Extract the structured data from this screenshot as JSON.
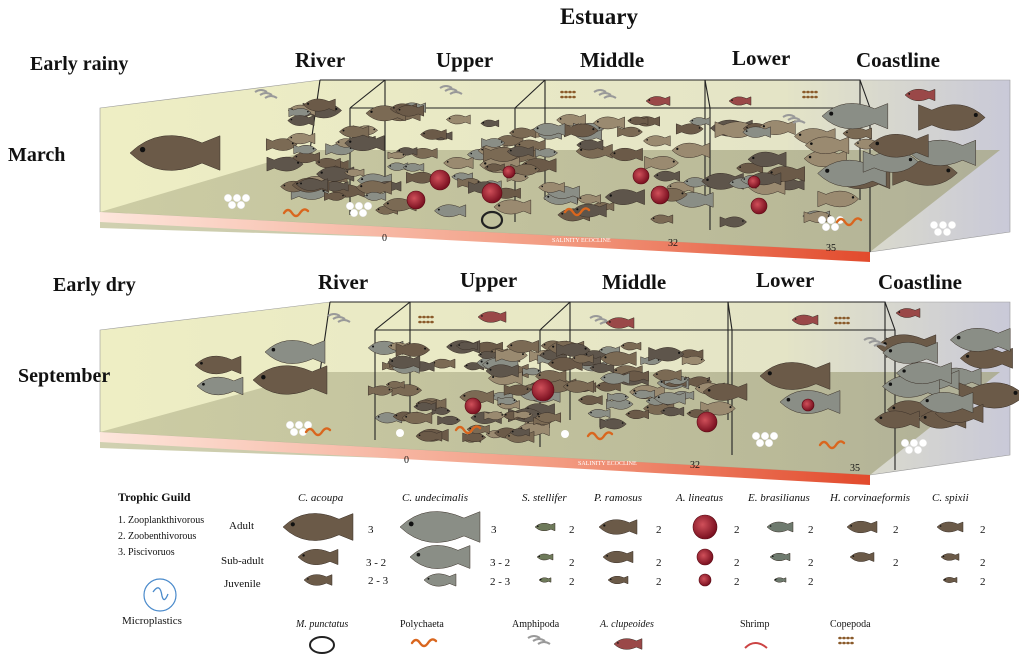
{
  "title": "Estuary",
  "panels": [
    {
      "season": "Early rainy",
      "month": "March",
      "zones": [
        "River",
        "Upper",
        "Middle",
        "Lower",
        "Coastline"
      ],
      "salinity_label": "SALINITY ECOCLINE",
      "salinity_values": [
        "0",
        "32",
        "35"
      ]
    },
    {
      "season": "Early dry",
      "month": "September",
      "zones": [
        "River",
        "Upper",
        "Middle",
        "Lower",
        "Coastline"
      ],
      "salinity_label": "SALINITY ECOCLINE",
      "salinity_values": [
        "0",
        "32",
        "35"
      ]
    }
  ],
  "legend": {
    "trophic_title": "Trophic Guild",
    "trophic_items": [
      "1. Zooplankthivorous",
      "2. Zoobenthivorous",
      "3. Piscivoruos"
    ],
    "stages": [
      "Adult",
      "Sub-adult",
      "Juvenile"
    ],
    "species": [
      {
        "name": "C. acoupa",
        "guilds": [
          "3",
          "3 - 2",
          "2 - 3"
        ]
      },
      {
        "name": "C. undecimalis",
        "guilds": [
          "3",
          "3 - 2",
          "2 - 3"
        ]
      },
      {
        "name": "S. stellifer",
        "guilds": [
          "2",
          "2",
          "2"
        ]
      },
      {
        "name": "P. ramosus",
        "guilds": [
          "2",
          "2",
          "2"
        ]
      },
      {
        "name": "A. lineatus",
        "guilds": [
          "2",
          "2",
          "2"
        ]
      },
      {
        "name": "E. brasilianus",
        "guilds": [
          "2",
          "2",
          "2"
        ]
      },
      {
        "name": "H. corvinaeformis",
        "guilds": [
          "2",
          "2",
          ""
        ]
      },
      {
        "name": "C. spixii",
        "guilds": [
          "2",
          "2",
          "2"
        ]
      }
    ],
    "microplastics_label": "Microplastics",
    "prey": [
      {
        "name": "M. punctatus",
        "italic": true
      },
      {
        "name": "Polychaeta",
        "italic": false
      },
      {
        "name": "Amphipoda",
        "italic": false
      },
      {
        "name": "A. clupeoides",
        "italic": true
      },
      {
        "name": "Shrimp",
        "italic": false
      },
      {
        "name": "Copepoda",
        "italic": false
      }
    ]
  },
  "colors": {
    "water_fill": "#eeeec4",
    "water_back": "#f4f2d8",
    "coast_fill": "#c9c9d8",
    "floor_fill": "#b8b890",
    "salinity_low": "#fde3da",
    "salinity_high": "#e85a3a",
    "fish_brown": "#6b5a48",
    "fish_gray": "#8a8e86",
    "fish_red": "#a0202c",
    "worm_orange": "#d9661e"
  }
}
